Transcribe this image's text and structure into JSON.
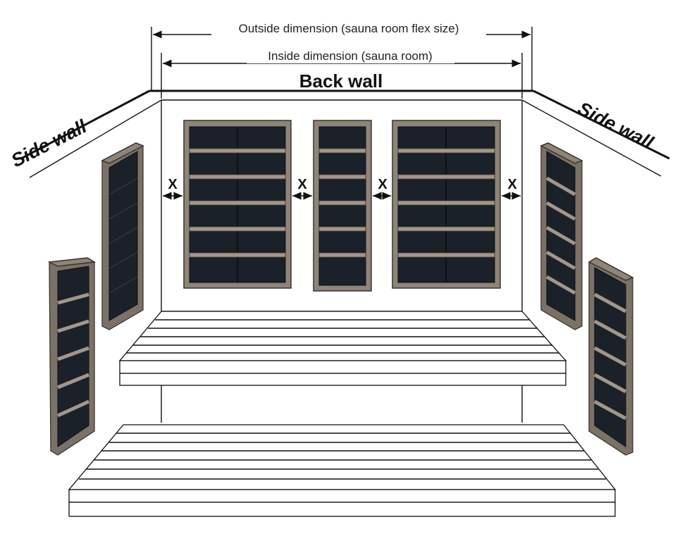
{
  "diagram": {
    "outside_dimension_label": "Outside dimension (sauna room flex size)",
    "inside_dimension_label": "Inside dimension (sauna room)",
    "back_wall_label": "Back wall",
    "side_wall_left_label": "Side wall",
    "side_wall_right_label": "Side wall",
    "gap_labels": [
      "X",
      "X",
      "X",
      "X"
    ],
    "colors": {
      "frame": "#8f8478",
      "glass": "#1b2129",
      "line": "#111111"
    }
  }
}
